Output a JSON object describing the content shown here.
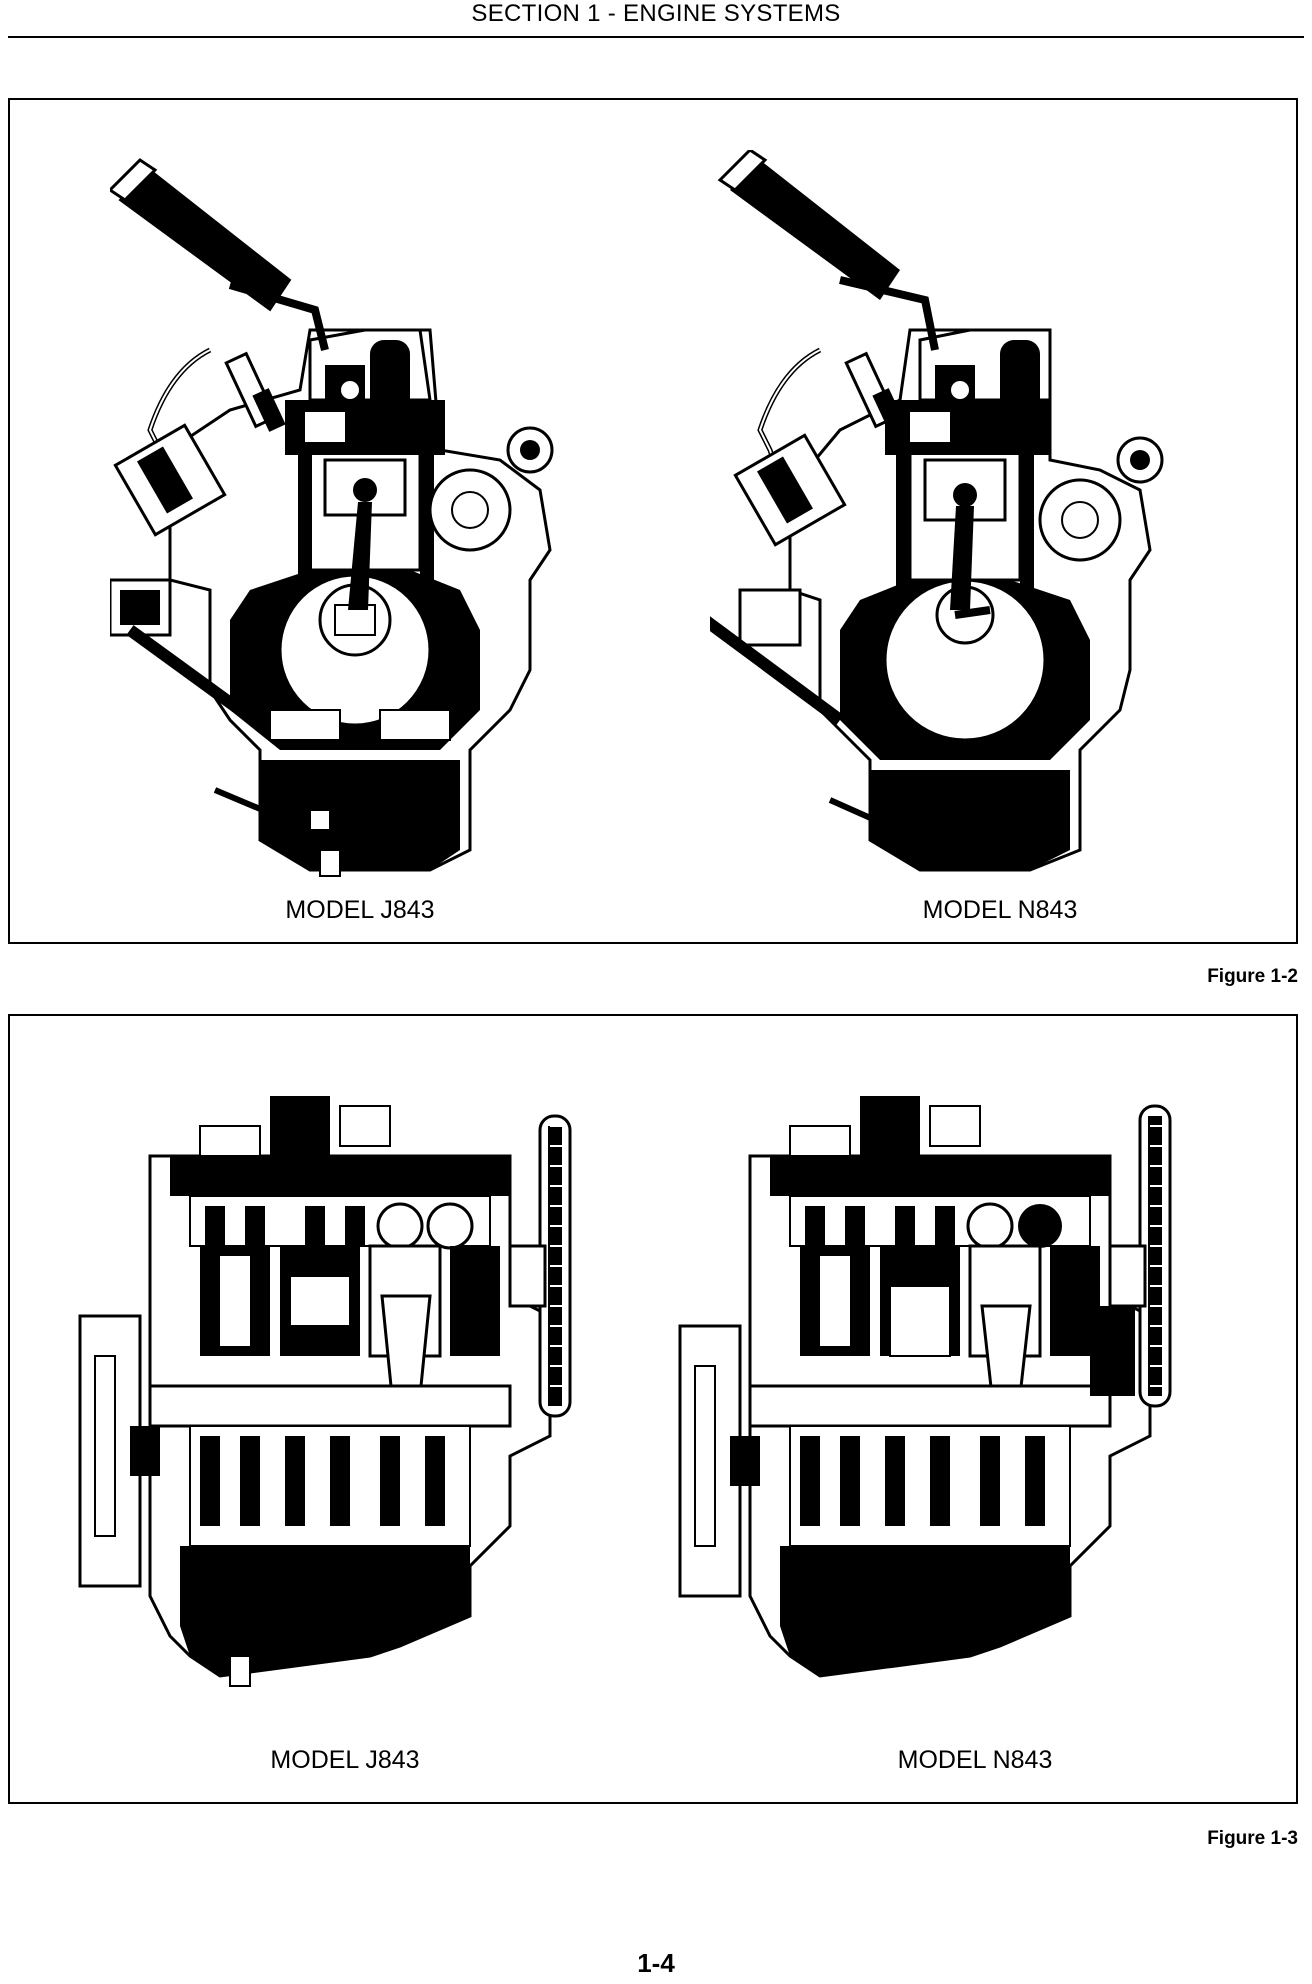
{
  "header": {
    "section_title": "SECTION 1 - ENGINE SYSTEMS"
  },
  "figure_2": {
    "left_label": "MODEL J843",
    "right_label": "MODEL N843",
    "caption": "Figure 1-2"
  },
  "figure_3": {
    "left_label": "MODEL J843",
    "right_label": "MODEL N843",
    "caption": "Figure 1-3"
  },
  "footer": {
    "page_number": "1-4"
  }
}
